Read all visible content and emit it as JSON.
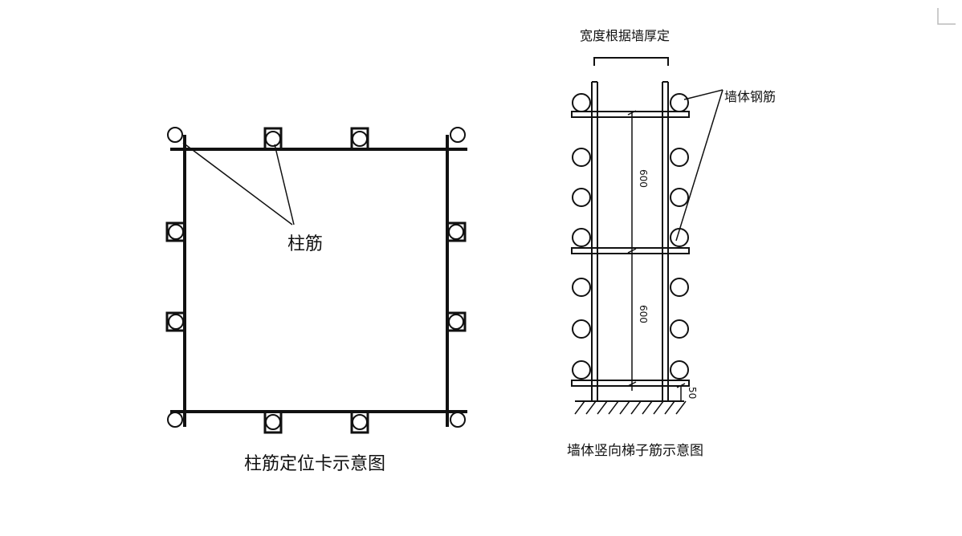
{
  "left_diagram": {
    "caption": "柱筋定位卡示意图",
    "rebar_label": "柱筋"
  },
  "right_diagram": {
    "caption": "墙体竖向梯子筋示意图",
    "top_label": "宽度根据墙厚定",
    "rebar_label": "墙体钢筋",
    "spacing_upper": "600",
    "spacing_lower": "600",
    "bottom_offset": "50"
  }
}
